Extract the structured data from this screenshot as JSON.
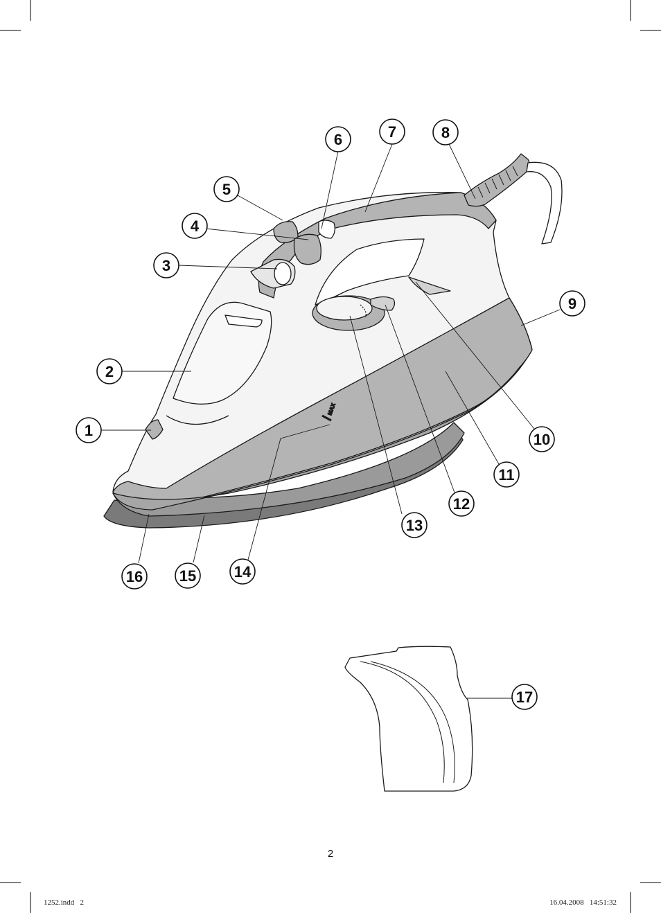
{
  "page": {
    "page_number": "2",
    "slug_left": "1252.indd   2",
    "slug_right": "16.04.2008   14:51:32"
  },
  "iron": {
    "max_mark": "MAX",
    "callouts": [
      {
        "id": "1",
        "label": "1"
      },
      {
        "id": "2",
        "label": "2"
      },
      {
        "id": "3",
        "label": "3"
      },
      {
        "id": "4",
        "label": "4"
      },
      {
        "id": "5",
        "label": "5"
      },
      {
        "id": "6",
        "label": "6"
      },
      {
        "id": "7",
        "label": "7"
      },
      {
        "id": "8",
        "label": "8"
      },
      {
        "id": "9",
        "label": "9"
      },
      {
        "id": "10",
        "label": "10"
      },
      {
        "id": "11",
        "label": "11"
      },
      {
        "id": "12",
        "label": "12"
      },
      {
        "id": "13",
        "label": "13"
      },
      {
        "id": "14",
        "label": "14"
      },
      {
        "id": "15",
        "label": "15"
      },
      {
        "id": "16",
        "label": "16"
      }
    ]
  },
  "accessory": {
    "callouts": [
      {
        "id": "17",
        "label": "17"
      }
    ]
  },
  "colors": {
    "body_light": "#f4f4f4",
    "accent_gray": "#b4b4b4",
    "soleplate_dark": "#7a7a7a",
    "outline": "#1a1a1a"
  }
}
